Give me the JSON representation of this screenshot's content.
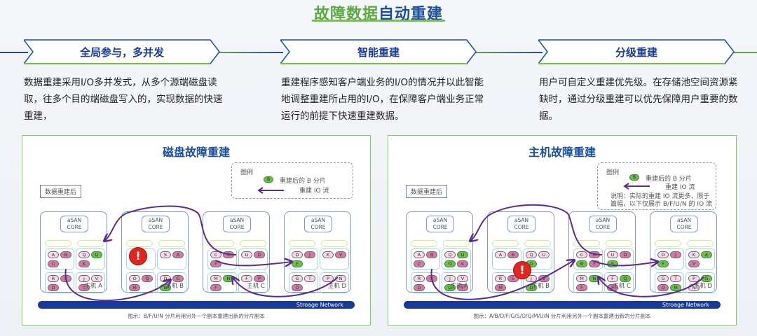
{
  "header": {
    "title_green": "故障数据",
    "title_blue": "自动重建"
  },
  "features": [
    {
      "title": "全局参与，多并发",
      "description": "数据重建采用I/O多并发式，从多个源端磁盘读取，往多个目的端磁盘写入的，实现数据的快速重建，"
    },
    {
      "title": "智能重建",
      "description": "重建程序感知客户端业务的I/O的情况并以此智能地调整重建所占用的I/O，在保障客户端业务正常运行的前提下快速重建数据。"
    },
    {
      "title": "分级重建",
      "description": "用户可自定义重建优先级。在存储池空间资源紧缺时，通过分级重建可以优先保障用户重要的数据。"
    }
  ],
  "colors": {
    "accent_green": "#7cc04f",
    "accent_blue": "#1d4fa0",
    "flow_purple": "#5b2c8e",
    "rebuilt_green": "#6cbe4c",
    "fault_red": "#e0261f"
  },
  "panels": [
    {
      "title": "磁盘故障重建",
      "after_tag": "数据重建后",
      "legend": {
        "title": "图例",
        "chip": "B",
        "chip_label": "重建后的 B 分片",
        "arrow_label": "重建 IO 流",
        "note": ""
      },
      "network_label": "Stroage Network",
      "caption": "图示：B/F/U/N 分片利用另外一个副本重建出新的分片副本",
      "hosts": [
        {
          "core": "aSAN CORE",
          "label": "主机 A",
          "groups": [
            [
              [
                "A",
                "light"
              ],
              [
                "B",
                "dark"
              ],
              [
                "C",
                "dark"
              ]
            ],
            [
              [
                "Q",
                "light"
              ],
              [
                "U",
                "green"
              ],
              [
                "K",
                "dark"
              ]
            ],
            [
              [
                "R",
                "light"
              ],
              [
                "S",
                "dark"
              ],
              [
                "D",
                "dark"
              ]
            ],
            [
              [
                "J",
                "light"
              ],
              [
                "V",
                "light"
              ],
              [
                "T",
                "dark"
              ]
            ]
          ]
        },
        {
          "core": "aSAN CORE",
          "label": "主机 B",
          "fault": "!",
          "groups": [
            [],
            [
              [
                "S",
                "light"
              ],
              [
                "A",
                "dark"
              ]
            ],
            [
              [
                "O",
                "light"
              ],
              [
                "Q",
                "dark"
              ],
              [
                "M",
                "dark"
              ]
            ],
            [
              [
                "D",
                "light"
              ],
              [
                "G",
                "dark"
              ],
              [
                "B",
                "green"
              ]
            ]
          ]
        },
        {
          "core": "aSAN CORE",
          "label": "主机 C",
          "groups": [
            [
              [
                "C",
                "light"
              ],
              [
                "R",
                "dark"
              ],
              [
                "F",
                "dark"
              ]
            ],
            [
              [
                "U",
                "light"
              ],
              [
                "D",
                "dark"
              ]
            ],
            [
              [
                "M",
                "light"
              ],
              [
                "N",
                "green"
              ],
              [
                "F",
                "dark"
              ]
            ],
            [
              [
                "F",
                "light"
              ],
              [
                "P",
                "dark"
              ]
            ]
          ]
        },
        {
          "core": "aSAN CORE",
          "label": "主机 D",
          "groups": [
            [
              [
                "D",
                "light"
              ],
              [
                "J",
                "dark"
              ],
              [
                "F",
                "green"
              ]
            ],
            [
              [
                "K",
                "light"
              ],
              [
                "V",
                "dark"
              ]
            ],
            [
              [
                "G",
                "light"
              ],
              [
                "T",
                "light"
              ],
              [
                "O",
                "dark"
              ]
            ],
            [
              [
                "P",
                "light"
              ],
              [
                "N",
                "light"
              ]
            ]
          ]
        }
      ]
    },
    {
      "title": "主机故障重建",
      "after_tag": "数据重建后",
      "legend": {
        "title": "图例",
        "chip": "B",
        "chip_label": "重建后的 B 分片",
        "arrow_label": "重建 IO 流",
        "note_line1": "说明：实际的重建 IO 流更多，限于",
        "note_line2": "篇幅，以下仅展示 B/F/U/N 的 IO 流"
      },
      "network_label": "Stroage Network",
      "caption": "图示：A/B/D/F/G/S/O/Q/M/U/N 分片利用另外一个副本重建出新的分片副本",
      "hosts": [
        {
          "core": "aSAN CORE",
          "label": "主机 A",
          "groups": [
            [
              [
                "A",
                "light"
              ],
              [
                "B",
                "dark"
              ],
              [
                "C",
                "dark"
              ]
            ],
            [
              [
                "Q",
                "light"
              ],
              [
                "U",
                "green"
              ],
              [
                "O",
                "green"
              ],
              [
                "K",
                "dark"
              ]
            ],
            [
              [
                "R",
                "light"
              ],
              [
                "S",
                "dark"
              ],
              [
                "D",
                "dark"
              ]
            ],
            [
              [
                "J",
                "light"
              ],
              [
                "V",
                "light"
              ],
              [
                "D",
                "green"
              ],
              [
                "T",
                "dark"
              ]
            ]
          ]
        },
        {
          "core": "aSAN CORE",
          "label": "主机 B",
          "fault": "!",
          "groups": [
            [
              [
                "A",
                "light"
              ],
              [
                "B",
                "dark"
              ]
            ],
            [
              [
                "Q",
                "light"
              ],
              [
                "U",
                "light"
              ],
              [
                "O",
                "green"
              ]
            ],
            [
              [
                "R",
                "light"
              ],
              [
                "S",
                "dark"
              ],
              [
                "M",
                "dark"
              ]
            ],
            [
              [
                "J",
                "light"
              ],
              [
                "V",
                "dark"
              ],
              [
                "D",
                "green"
              ]
            ]
          ]
        },
        {
          "core": "aSAN CORE",
          "label": "主机 C",
          "groups": [
            [
              [
                "C",
                "light"
              ],
              [
                "R",
                "dark"
              ],
              [
                "B",
                "green"
              ],
              [
                "F",
                "dark"
              ]
            ],
            [
              [
                "U",
                "light"
              ],
              [
                "D",
                "dark"
              ],
              [
                "S",
                "green"
              ]
            ],
            [
              [
                "M",
                "light"
              ],
              [
                "N",
                "green"
              ],
              [
                "F",
                "dark"
              ]
            ],
            [
              [
                "F",
                "light"
              ],
              [
                "Q",
                "green"
              ],
              [
                "P",
                "dark"
              ]
            ]
          ]
        },
        {
          "core": "aSAN CORE",
          "label": "主机 D",
          "groups": [
            [
              [
                "D",
                "light"
              ],
              [
                "J",
                "dark"
              ],
              [
                "F",
                "green"
              ]
            ],
            [
              [
                "K",
                "light"
              ],
              [
                "A",
                "green"
              ],
              [
                "V",
                "dark"
              ]
            ],
            [
              [
                "G",
                "light"
              ],
              [
                "T",
                "light"
              ],
              [
                "O",
                "dark"
              ],
              [
                "M",
                "green"
              ]
            ],
            [
              [
                "P",
                "light"
              ],
              [
                "G",
                "green"
              ],
              [
                "N",
                "light"
              ]
            ]
          ]
        }
      ]
    }
  ]
}
